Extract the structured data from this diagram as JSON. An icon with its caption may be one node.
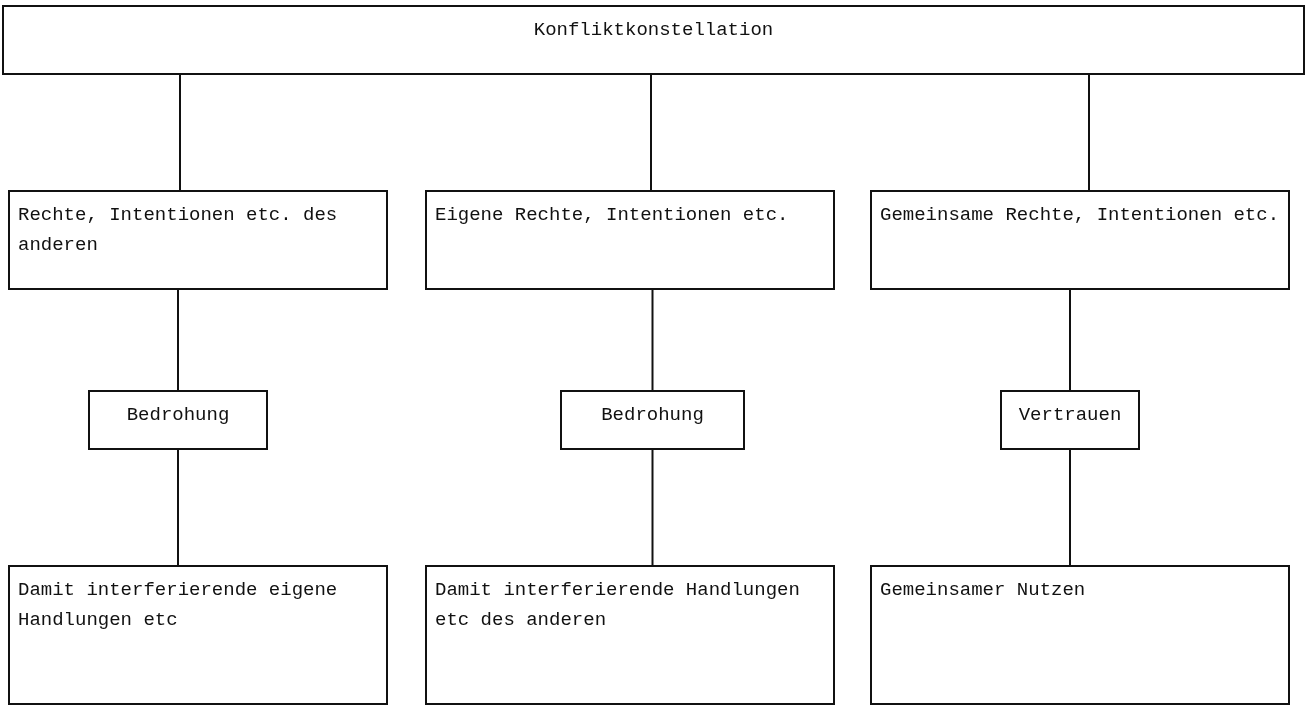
{
  "diagram": {
    "nodes": [
      {
        "text": [
          "Konfliktkonstellation"
        ]
      },
      {
        "text": [
          "Rechte, Intentionen etc. des anderen"
        ]
      },
      {
        "text": [
          "Eigene Rechte, Intentionen etc."
        ]
      },
      {
        "text": [
          "Gemeinsame Rechte, Intentionen etc."
        ]
      },
      {
        "text": [
          "Bedrohung"
        ]
      },
      {
        "text": [
          "Bedrohung"
        ]
      },
      {
        "text": [
          "Vertrauen"
        ]
      },
      {
        "text": [
          "Damit interferierende eigene Handlungen etc"
        ]
      },
      {
        "text": [
          "Damit interferierende Handlungen etc des anderen"
        ]
      },
      {
        "text": [
          "Gemeinsamer Nutzen"
        ]
      }
    ],
    "edges": [
      {
        "from": 0,
        "to": 1,
        "arrow": "none"
      },
      {
        "from": 0,
        "to": 2,
        "arrow": "none"
      },
      {
        "from": 0,
        "to": 3,
        "arrow": "none"
      },
      {
        "from": 1,
        "to": 4,
        "arrow": "none"
      },
      {
        "from": 2,
        "to": 5,
        "arrow": "none"
      },
      {
        "from": 3,
        "to": 6,
        "arrow": "none"
      },
      {
        "from": 4,
        "to": 7,
        "arrow": "none"
      },
      {
        "from": 5,
        "to": 8,
        "arrow": "none"
      },
      {
        "from": 6,
        "to": 9,
        "arrow": "none"
      }
    ]
  }
}
